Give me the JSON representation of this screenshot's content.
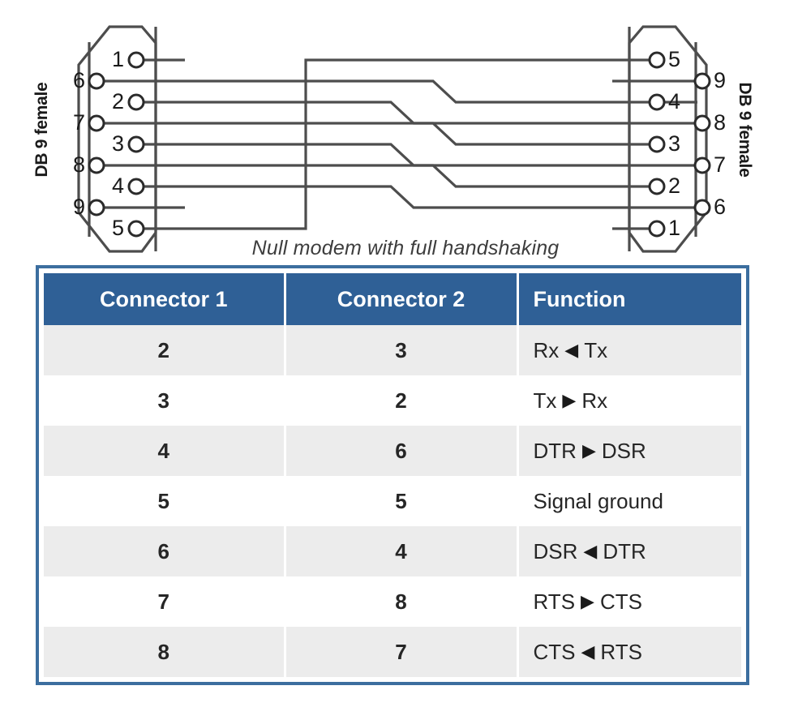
{
  "diagram": {
    "caption": "Null modem with full handshaking",
    "left_connector_label": "DB 9 female",
    "right_connector_label": "DB 9 female",
    "left_pins_inner": [
      "1",
      "2",
      "3",
      "4",
      "5"
    ],
    "left_pins_outer": [
      "6",
      "7",
      "8",
      "9"
    ],
    "right_pins_inner": [
      "5",
      "4",
      "3",
      "2",
      "1"
    ],
    "right_pins_outer": [
      "9",
      "8",
      "7",
      "6"
    ],
    "connections": [
      {
        "from": "1",
        "to": "stub",
        "note": "unconnected stub"
      },
      {
        "from": "6",
        "to": "4"
      },
      {
        "from": "2",
        "to": "3"
      },
      {
        "from": "7",
        "to": "8"
      },
      {
        "from": "3",
        "to": "2"
      },
      {
        "from": "8",
        "to": "7"
      },
      {
        "from": "4",
        "to": "6"
      },
      {
        "from": "9",
        "to": "stub",
        "note": "unconnected stub"
      },
      {
        "from": "5",
        "to": "5"
      }
    ],
    "line_color": "#4d4d4d"
  },
  "table": {
    "headers": {
      "connector1": "Connector 1",
      "connector2": "Connector 2",
      "function": "Function"
    },
    "header_bg": "#2f6096",
    "border_color": "#3c6e9f",
    "stripe_color": "#ececec",
    "rows": [
      {
        "c1": "2",
        "c2": "3",
        "fn_left": "Rx",
        "fn_arrow": "◀",
        "fn_right": "Tx"
      },
      {
        "c1": "3",
        "c2": "2",
        "fn_left": "Tx",
        "fn_arrow": "▶",
        "fn_right": "Rx"
      },
      {
        "c1": "4",
        "c2": "6",
        "fn_left": "DTR",
        "fn_arrow": "▶",
        "fn_right": "DSR"
      },
      {
        "c1": "5",
        "c2": "5",
        "fn_left": "Signal ground",
        "fn_arrow": "",
        "fn_right": ""
      },
      {
        "c1": "6",
        "c2": "4",
        "fn_left": "DSR",
        "fn_arrow": "◀",
        "fn_right": "DTR"
      },
      {
        "c1": "7",
        "c2": "8",
        "fn_left": "RTS",
        "fn_arrow": "▶",
        "fn_right": "CTS"
      },
      {
        "c1": "8",
        "c2": "7",
        "fn_left": "CTS",
        "fn_arrow": "◀",
        "fn_right": "RTS"
      }
    ]
  }
}
